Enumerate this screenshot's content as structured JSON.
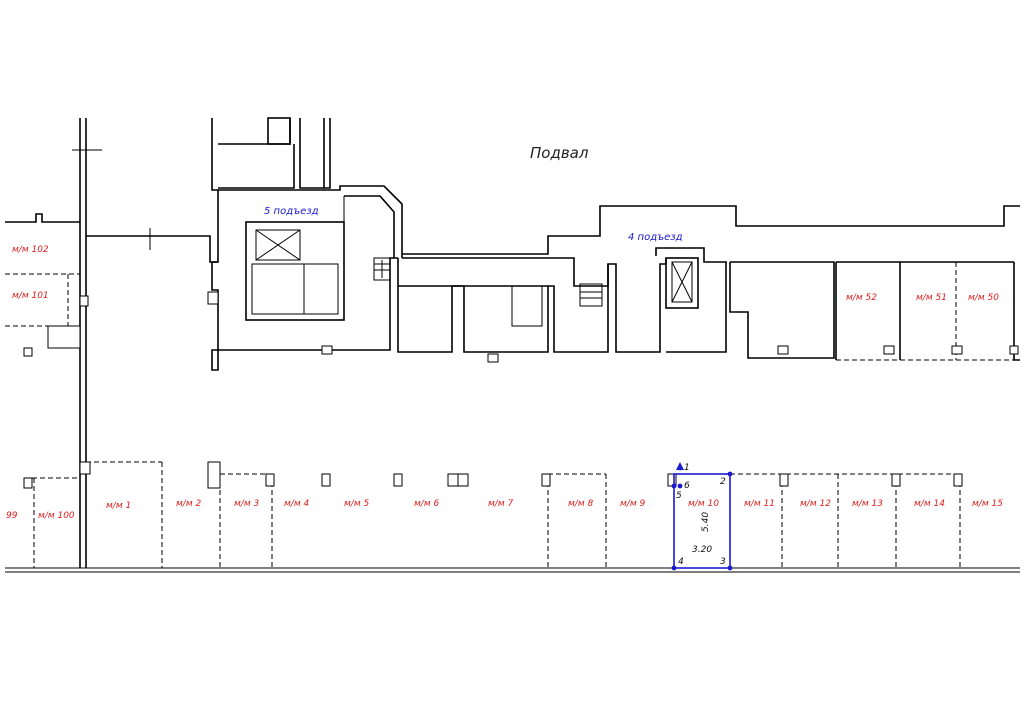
{
  "plan": {
    "title": "Подвал",
    "entrances": [
      "5 подъезд",
      "4 подъезд"
    ],
    "spots_top": [
      "м/м 102",
      "м/м 101",
      "м/м 52",
      "м/м 51",
      "м/м 50"
    ],
    "spots_bottom": [
      "99",
      "м/м 100",
      "м/м 1",
      "м/м 2",
      "м/м 3",
      "м/м 4",
      "м/м 5",
      "м/м 6",
      "м/м 7",
      "м/м 8",
      "м/м 9",
      "м/м 10",
      "м/м 11",
      "м/м 12",
      "м/м 13",
      "м/м 14",
      "м/м 15"
    ],
    "selected": {
      "width": "3.20",
      "length": "5.40",
      "points": [
        "1",
        "2",
        "3",
        "4",
        "5",
        "6"
      ]
    }
  }
}
